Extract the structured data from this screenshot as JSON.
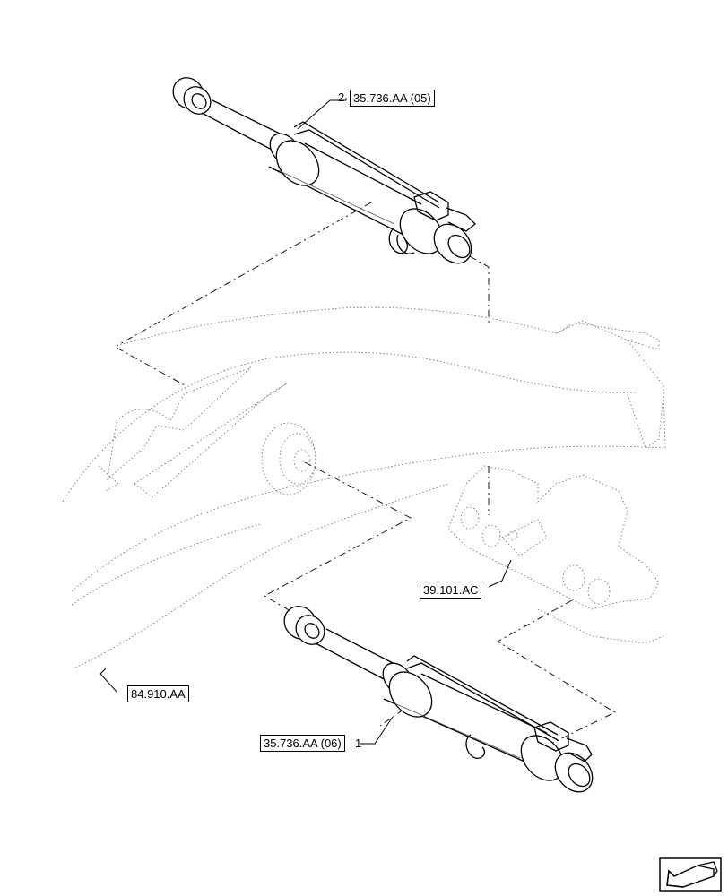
{
  "callouts": {
    "top_item": "2",
    "bottom_item": "1"
  },
  "references": {
    "top_cylinder": "35.736.AA (05)",
    "bottom_cylinder": "35.736.AA (06)",
    "boom_mount": "39.101.AC",
    "boom": "84.910.AA"
  },
  "icons": {
    "nav": "forward-arrow-icon"
  }
}
